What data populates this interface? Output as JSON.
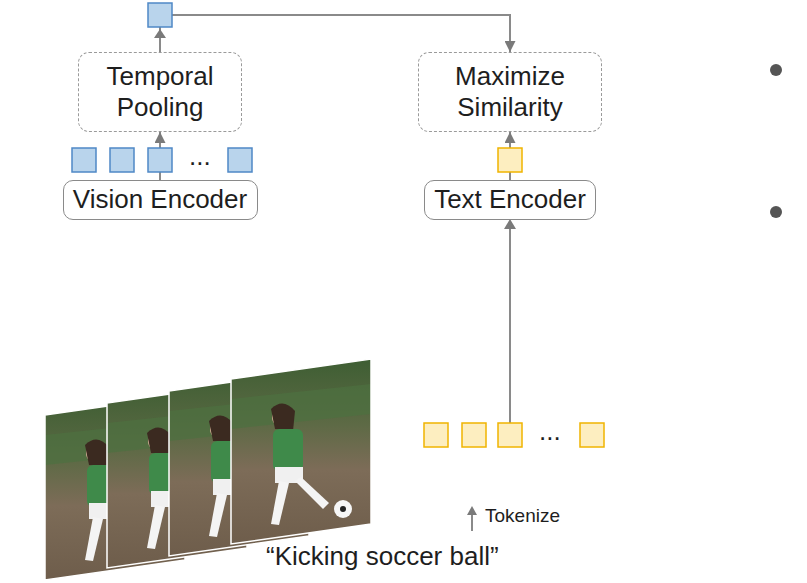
{
  "diagram": {
    "nodes": [
      {
        "text": [
          "Temporal Pooling"
        ]
      },
      {
        "text": [
          "Maximize Similarity"
        ]
      },
      {
        "text": [
          "Vision Encoder"
        ]
      },
      {
        "text": [
          "Text Encoder"
        ]
      }
    ],
    "edges": [
      {
        "from": 2,
        "to": 0,
        "arrow": "to"
      },
      {
        "from": 0,
        "to": 1,
        "arrow": "to"
      },
      {
        "from": 3,
        "to": 1,
        "arrow": "to"
      }
    ],
    "labels": [
      "...",
      "...",
      "Tokenize",
      "“Kicking soccer ball”"
    ]
  }
}
